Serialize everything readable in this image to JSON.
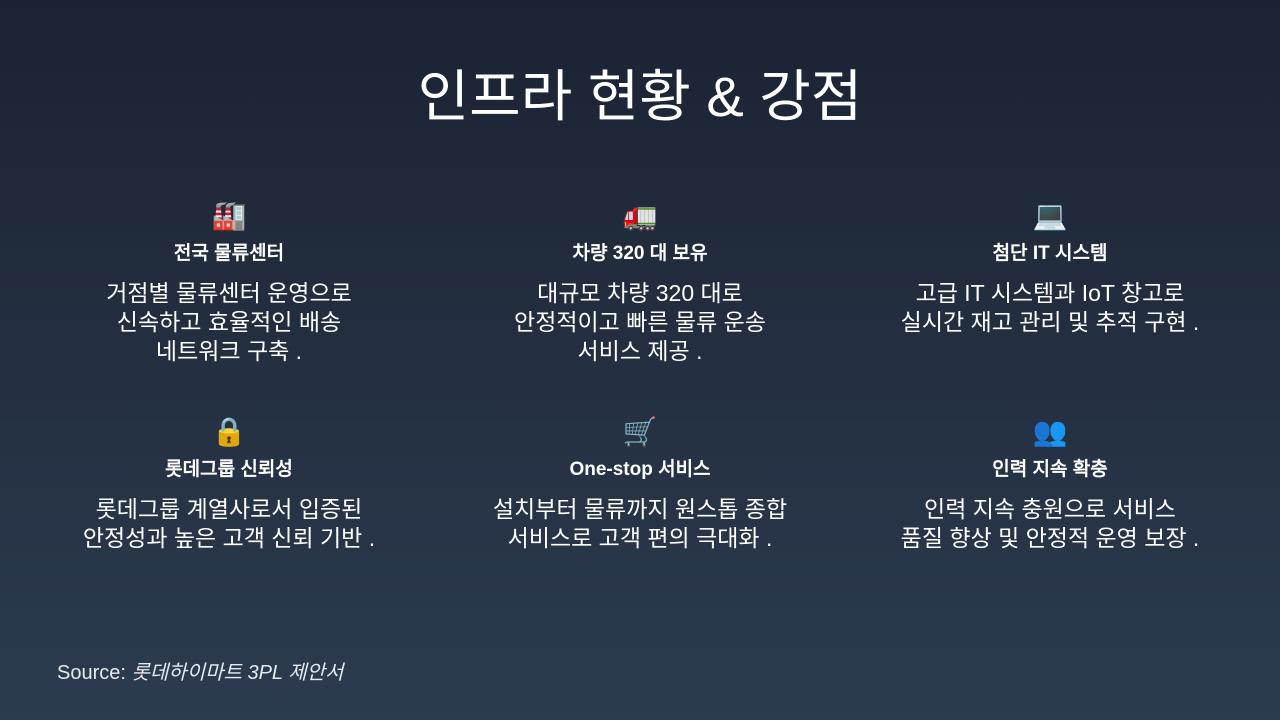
{
  "title": "인프라 현황 & 강점",
  "cards": [
    {
      "icon": "🏭",
      "icon_name": "factory-icon",
      "heading": "전국 물류센터",
      "desc": "거점별 물류센터 운영으로\n신속하고 효율적인 배송\n네트워크 구축 ."
    },
    {
      "icon": "🚛",
      "icon_name": "truck-icon",
      "heading": "차량 320 대 보유",
      "desc": "대규모 차량 320 대로\n안정적이고 빠른 물류 운송\n서비스 제공 ."
    },
    {
      "icon": "💻",
      "icon_name": "laptop-icon",
      "heading": "첨단 IT 시스템",
      "desc": "고급 IT 시스템과 IoT 창고로\n실시간 재고 관리 및 추적 구현 ."
    },
    {
      "icon": "🔒",
      "icon_name": "lock-icon",
      "heading": "롯데그룹 신뢰성",
      "desc": "롯데그룹 계열사로서 입증된\n안정성과 높은 고객 신뢰 기반 ."
    },
    {
      "icon": "🛒",
      "icon_name": "cart-icon",
      "heading": "One-stop 서비스",
      "desc": "설치부터 물류까지 원스톱 종합\n서비스로 고객 편의 극대화 ."
    },
    {
      "icon": "👥",
      "icon_name": "people-icon",
      "heading": "인력 지속 확충",
      "desc": "인력 지속 충원으로 서비스\n품질 향상 및 안정적 운영 보장 ."
    }
  ],
  "source": {
    "label": "Source:",
    "text": "롯데하이마트 3PL 제안서"
  }
}
